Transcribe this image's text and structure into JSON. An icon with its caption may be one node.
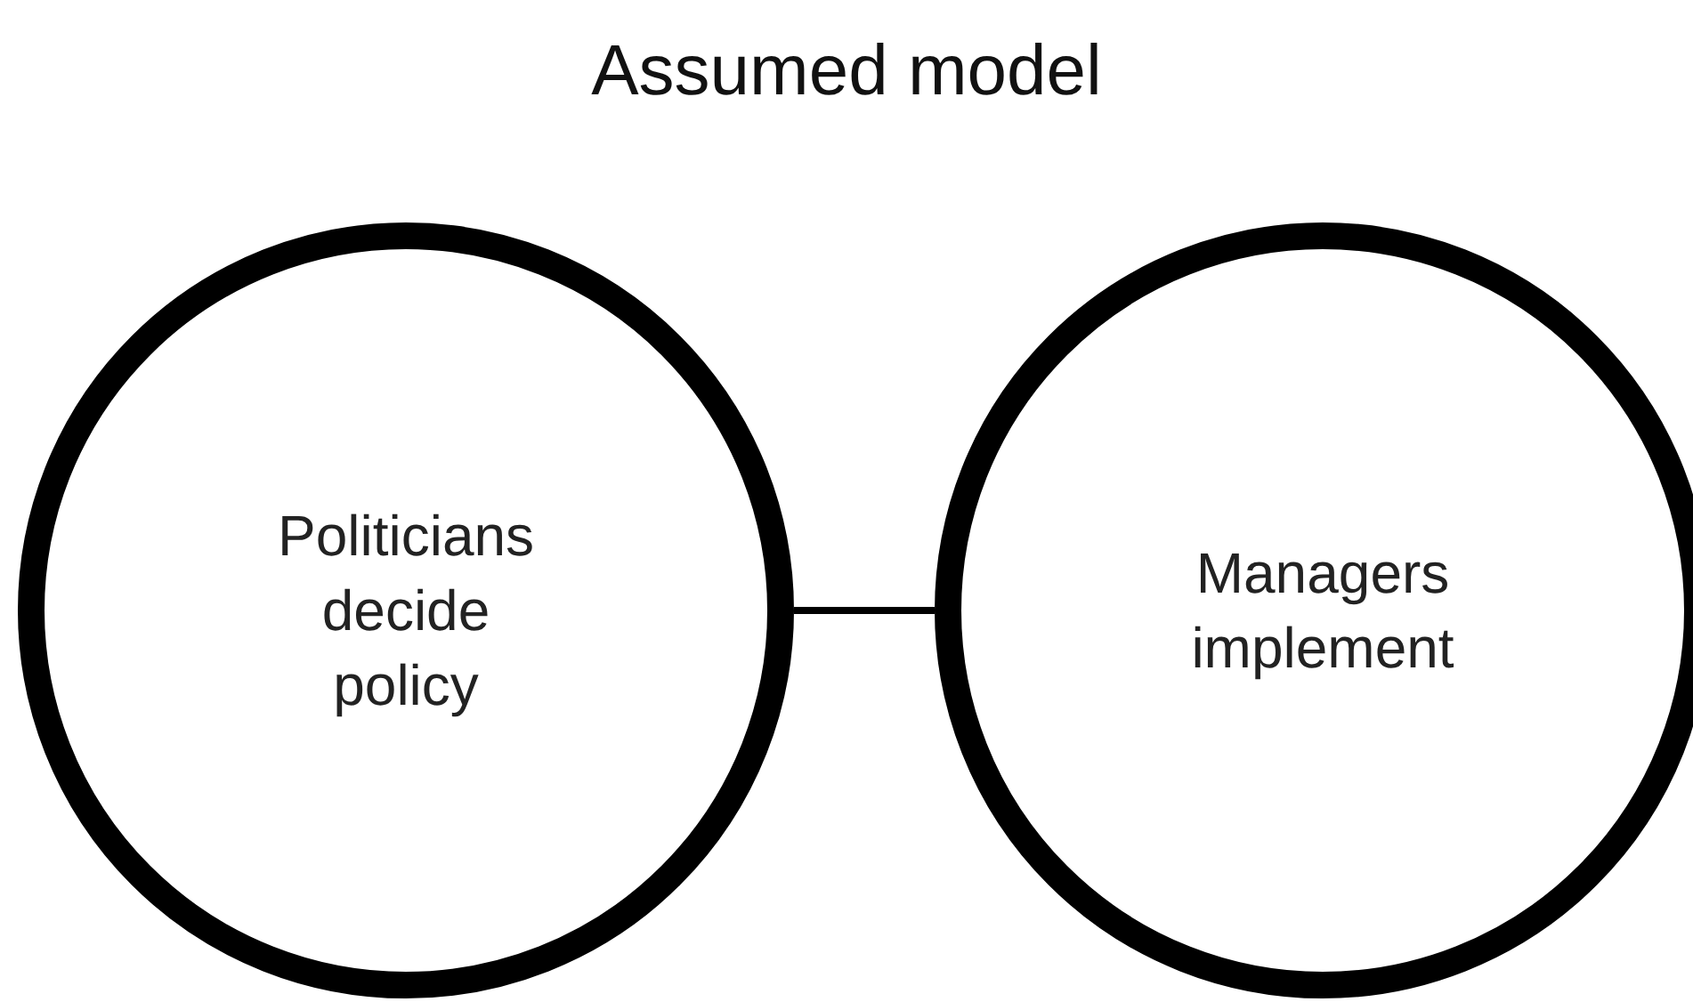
{
  "diagram": {
    "title": "Assumed model",
    "nodes": [
      {
        "text": [
          "Politicians decide policy"
        ]
      },
      {
        "text": [
          "Managers implement"
        ]
      }
    ],
    "edges": [
      {
        "from": 0,
        "to": 1,
        "arrow": "none"
      }
    ]
  }
}
